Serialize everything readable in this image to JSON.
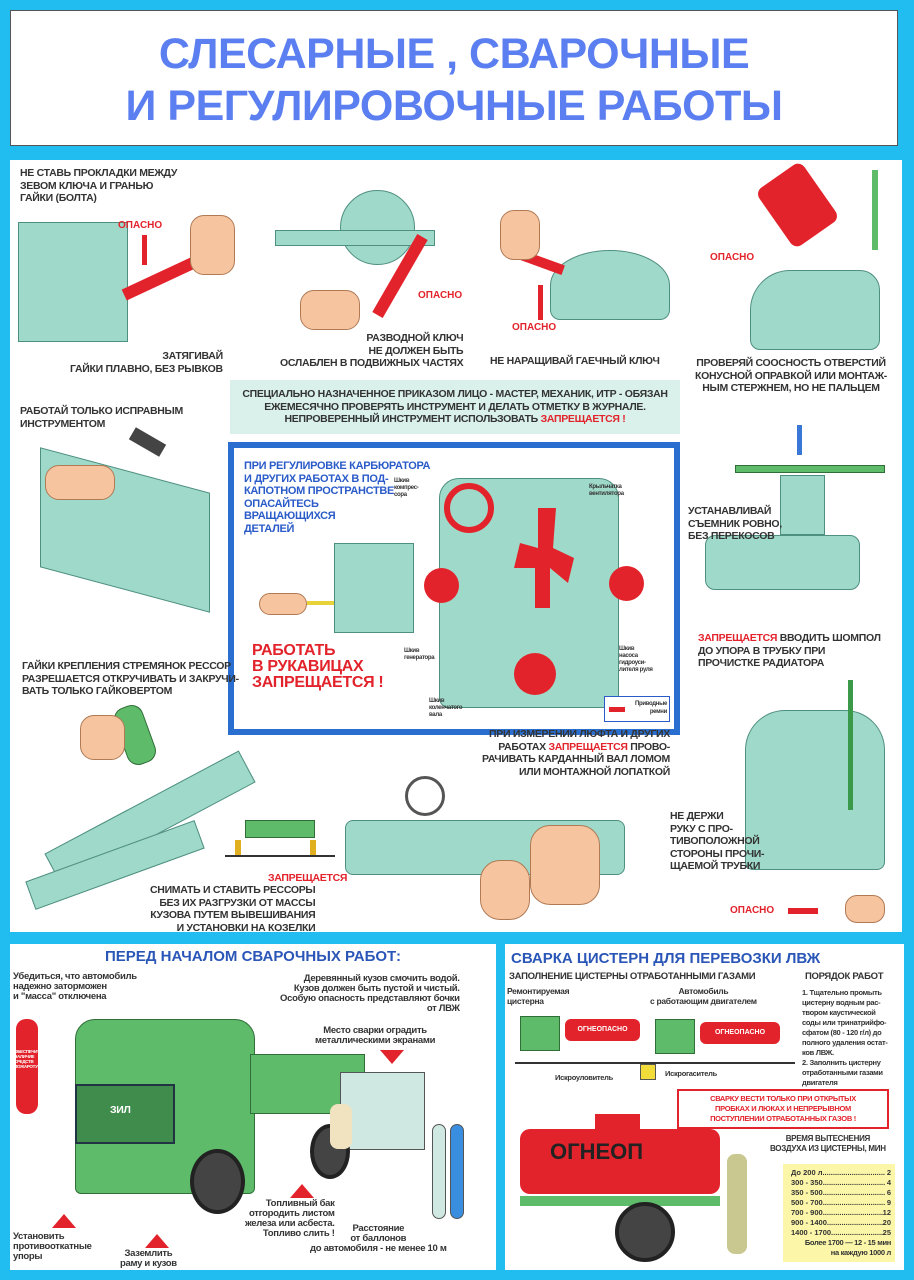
{
  "title": {
    "line1": "СЛЕСАРНЫЕ , СВАРОЧНЫЕ",
    "line2": "И РЕГУЛИРОВОЧНЫЕ РАБОТЫ"
  },
  "colors": {
    "title": "#5b7ef0",
    "frame": "#22bdf0",
    "danger": "#e3232b",
    "machine": "#9fd9c9",
    "truck": "#5dbb6a"
  },
  "locksmith": {
    "gasket_warning": "НЕ СТАВЬ ПРОКЛАДКИ МЕЖДУ\nЗЕВОМ КЛЮЧА И ГРАНЬЮ\nГАЙКИ (БОЛТА)",
    "danger": "ОПАСНО",
    "tighten": "ЗАТЯГИВАЙ\nГАЙКИ ПЛАВНО, БЕЗ РЫВКОВ",
    "adjustable_wrench": "РАЗВОДНОЙ КЛЮЧ\nНЕ ДОЛЖЕН БЫТЬ\nОСЛАБЛЕН В ПОДВИЖНЫХ ЧАСТЯХ",
    "no_extend": "НЕ НАРАЩИВАЙ ГАЕЧНЫЙ КЛЮЧ",
    "alignment": "ПРОВЕРЯЙ СООСНОСТЬ ОТВЕРСТИЙ\nКОНУСНОЙ ОПРАВКОЙ ИЛИ МОНТАЖ-\nНЫМ СТЕРЖНЕМ, НО НЕ ПАЛЬЦЕМ",
    "notice": "СПЕЦИАЛЬНО НАЗНАЧЕННОЕ ПРИКАЗОМ ЛИЦО - МАСТЕР, МЕХАНИК, ИТР - ОБЯЗАН\nЕЖЕМЕСЯЧНО ПРОВЕРЯТЬ ИНСТРУМЕНТ И ДЕЛАТЬ ОТМЕТКУ В ЖУРНАЛЕ.",
    "notice_last": "НЕПРОВЕРЕННЫЙ ИНСТРУМЕНТ ИСПОЛЬЗОВАТЬ",
    "forbidden": "ЗАПРЕЩАЕТСЯ",
    "forbidden_excl": "ЗАПРЕЩАЕТСЯ !",
    "good_tools": "РАБОТАЙ ТОЛЬКО ИСПРАВНЫМ\nИНСТРУМЕНТОМ",
    "puller": "УСТАНАВЛИВАЙ\nСЪЕМНИК РОВНО,\nБЕЗ ПЕРЕКОСОВ",
    "ramrod_rest": "ВВОДИТЬ ШОМПОЛ\nДО УПОРА В ТРУБКУ ПРИ\nПРОЧИСТКЕ РАДИАТОРА",
    "spring_nuts": "ГАЙКИ КРЕПЛЕНИЯ СТРЕМЯНОК РЕССОР\nРАЗРЕШАЕТСЯ ОТКРУЧИВАТЬ И ЗАКРУЧИ-\nВАТЬ ТОЛЬКО ГАЙКОВЕРТОМ",
    "springs": "СНИМАТЬ И СТАВИТЬ РЕССОРЫ\nБЕЗ ИХ РАЗГРУЗКИ ОТ МАССЫ\nКУЗОВА ПУТЕМ ВЫВЕШИВАНИЯ\nИ УСТАНОВКИ НА КОЗЕЛКИ",
    "backlash_pre": "ПРИ ИЗМЕРЕНИИ ЛЮФТА И ДРУГИХ\nРАБОТАХ ",
    "backlash_post": " ПРОВО-\nРАЧИВАТЬ КАРДАННЫЙ ВАЛ ЛОМОМ\nИЛИ МОНТАЖНОЙ ЛОПАТКОЙ",
    "hand": "НЕ ДЕРЖИ\nРУКУ С ПРО-\nТИВОПОЛОЖНОЙ\nСТОРОНЫ ПРОЧИ-\nЩАЕМОЙ ТРУБКИ"
  },
  "engine": {
    "caution": "ПРИ РЕГУЛИРОВКЕ КАРБЮРАТОРА\nИ ДРУГИХ РАБОТАХ В ПОД-\nКАПОТНОМ ПРОСТРАНСТВЕ\nОПАСАЙТЕСЬ\nВРАЩАЮЩИХСЯ\nДЕТАЛЕЙ",
    "gloves": "РАБОТАТЬ\nВ РУКАВИЦАХ\nЗАПРЕЩАЕТСЯ !",
    "labels": {
      "compressor": "Шкив\nкомпрес-\nсора",
      "fan": "Крыльчатка\nвентилятора",
      "generator": "Шкив\nгенератора",
      "pump": "Шкив\nнасоса\nгидроуси-\nлителя руля",
      "crankshaft": "Шкив\nколенчатого\nвала",
      "belts": "Приводные\nремни"
    }
  },
  "welding": {
    "title": "ПЕРЕД НАЧАЛОМ СВАРОЧНЫХ РАБОТ:",
    "brake": "Убедиться, что автомобиль\nнадежно заторможен\nи \"масса\" отключена",
    "extinguisher": "ОБЕСПЕЧИТЬ\nНАЛИЧИЕ\nСРЕДСТВ\nПОЖАРОТУШЕНИЯ",
    "body": "Деревянный кузов смочить водой.\nКузов должен быть пустой и чистый.\nОсобую опасность представляют бочки\nот ЛВЖ",
    "screens": "Место сварки оградить\nметаллическими экранами",
    "chocks": "Установить\nпротивооткатные\nупоры",
    "ground": "Заземлить\nраму и кузов",
    "fuel": "Топливный бак\nотгородить листом\nжелеза или асбеста.\nТопливо слить !",
    "distance": "Расстояние\nот баллонов\nдо автомобиля - не менее 10 м",
    "truck_badge": "ЗИЛ"
  },
  "tank": {
    "title": "СВАРКА ЦИСТЕРН ДЛЯ ПЕРЕВОЗКИ ЛВЖ",
    "fill": "ЗАПОЛНЕНИЕ ЦИСТЕРНЫ ОТРАБОТАННЫМИ ГАЗАМИ",
    "order_title": "ПОРЯДОК РАБОТ",
    "repaired": "Ремонтируемая\nцистерна",
    "running": "Автомобиль\nс работающим двигателем",
    "flammable": "ОГНЕОПАСНО",
    "flammable_cut": "ОГНЕОП",
    "spark_catcher": "Искроуловитель",
    "spark_arrester": "Искрогаситель",
    "steps": "1. Тщательно промыть\nцистерну водным рас-\nтвором каустической\nсоды или тринатрийфо-\nсфатом (80 - 120 г/л) до\nполного удаления остат-\nков ЛВЖ.\n2. Заполнить цистерну\nотработанными газами\nдвигателя",
    "alert": "СВАРКУ ВЕСТИ ТОЛЬКО ПРИ ОТКРЫТЫХ\nПРОБКАХ И ЛЮКАХ И НЕПРЕРЫВНОМ\nПОСТУПЛЕНИИ ОТРАБОТАННЫХ ГАЗОВ !",
    "time_title": "ВРЕМЯ ВЫТЕСНЕНИЯ\nВОЗДУХА ИЗ ЦИСТЕРНЫ, МИН",
    "times": [
      {
        "volume": "До 200 л",
        "min": "2"
      },
      {
        "volume": "300 - 350",
        "min": "4"
      },
      {
        "volume": "350 - 500",
        "min": "6"
      },
      {
        "volume": "500 - 700",
        "min": "9"
      },
      {
        "volume": "700 - 900",
        "min": "12"
      },
      {
        "volume": "900 - 1400",
        "min": "20"
      },
      {
        "volume": "1400 - 1700",
        "min": "25"
      }
    ],
    "times_more": "Более 1700 — 12 - 15 мин\nна каждую 1000 л"
  }
}
